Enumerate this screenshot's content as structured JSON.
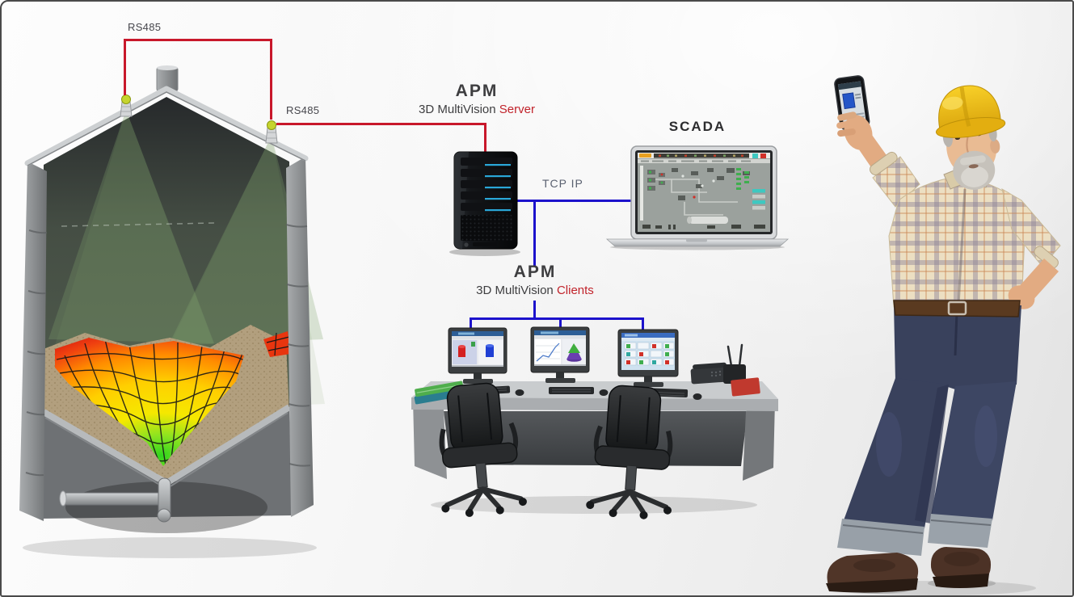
{
  "scene": {
    "silo": {
      "sensors": [
        {
          "label": "RS485"
        },
        {
          "label": "RS485"
        }
      ]
    },
    "server": {
      "title": "APM",
      "subtitle": "3D MultiVision",
      "subtitle_accent": "Server"
    },
    "scada": {
      "title": "SCADA"
    },
    "network": {
      "link_label": "TCP IP"
    },
    "clients": {
      "title": "APM",
      "subtitle": "3D MultiVision",
      "subtitle_accent": "Clients",
      "monitor_count": 3
    },
    "colors": {
      "sensor_bus_line": "#c8182b",
      "ethernet_line": "#1c12cc",
      "accent_text": "#c1232b",
      "heading_text": "#3e3e40",
      "link_label_text": "#5a6170",
      "hard_hat": "#f2c21d",
      "mesh_red": "#e82610",
      "mesh_yellow": "#ffd400",
      "mesh_green": "#2fd41e"
    }
  }
}
